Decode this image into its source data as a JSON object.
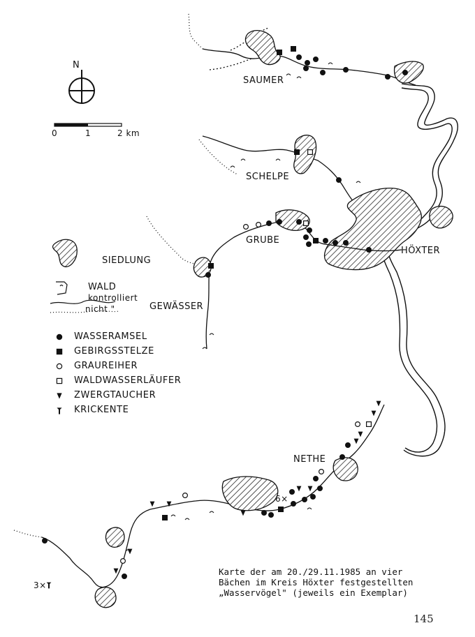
{
  "map": {
    "places": {
      "saumer": "SAUMER",
      "schelpe": "SCHELPE",
      "grube": "GRUBE",
      "hoexter": "HÖXTER",
      "nethe": "NETHE"
    },
    "scale": {
      "tick_0": "0",
      "tick_1": "1",
      "tick_2": "2 km"
    },
    "compass_label": "N",
    "annotations": {
      "six_x": "6×",
      "three_x": "3×"
    }
  },
  "legend": {
    "siedlung": "SIEDLUNG",
    "wald": "WALD",
    "kontrolliert": "kontrolliert",
    "nicht": "nicht  \"",
    "gewaesser": "GEWÄSSER",
    "species": [
      {
        "symbol": "filled-circle",
        "label": "WASSERAMSEL"
      },
      {
        "symbol": "filled-square",
        "label": "GEBIRGSSTELZE"
      },
      {
        "symbol": "open-circle",
        "label": "GRAUREIHER"
      },
      {
        "symbol": "open-square",
        "label": "WALDWASSERLÄUFER"
      },
      {
        "symbol": "filled-triangle",
        "label": "ZWERGTAUCHER"
      },
      {
        "symbol": "duck-mark",
        "label": "KRICKENTE"
      }
    ]
  },
  "caption": {
    "line1": "Karte der am 20./29.11.1985 an vier",
    "line2": "Bächen im Kreis Höxter festgestellten",
    "line3": "„Wasservögel\" (jeweils ein Exemplar)"
  },
  "page_number": "145",
  "colors": {
    "ink": "#111111",
    "paper": "#ffffff"
  }
}
